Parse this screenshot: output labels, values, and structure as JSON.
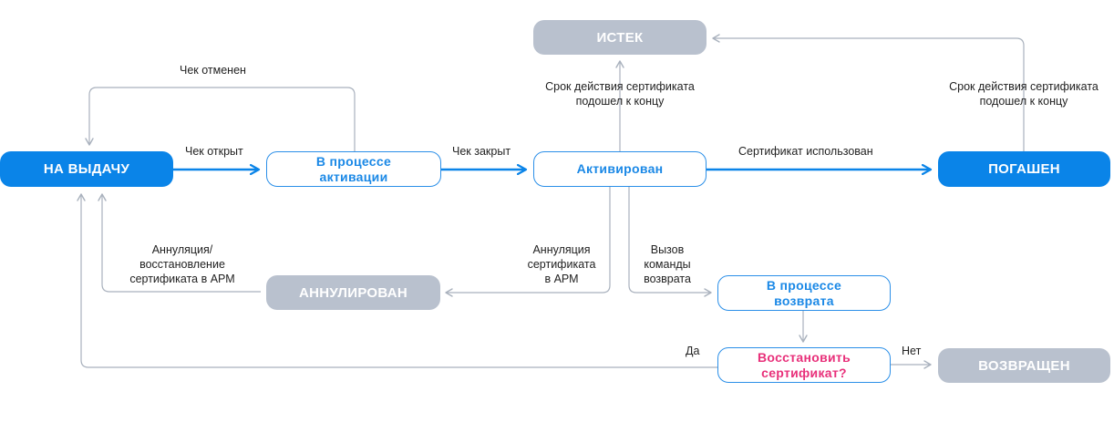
{
  "nodes": {
    "na_vydachu": "НА ВЫДАЧУ",
    "in_activation_1": "В процессе",
    "in_activation_2": "активации",
    "activated": "Активирован",
    "redeemed": "ПОГАШЕН",
    "expired": "ИСТЕК",
    "annulled": "АННУЛИРОВАН",
    "in_return_1": "В процессе",
    "in_return_2": "возврата",
    "restore_q_1": "Восстановить",
    "restore_q_2": "сертификат?",
    "returned": "ВОЗВРАЩЕН"
  },
  "edges": {
    "check_cancelled": "Чек отменен",
    "check_opened": "Чек открыт",
    "check_closed": "Чек закрыт",
    "cert_used": "Сертификат использован",
    "expiry_mid_1": "Срок действия сертификата",
    "expiry_mid_2": "подошел к концу",
    "expiry_right_1": "Срок действия сертификата",
    "expiry_right_2": "подошел к концу",
    "annul_restore_1": "Аннуляция/",
    "annul_restore_2": "восстановление",
    "annul_restore_3": "сертификата в АРМ",
    "annul_1": "Аннуляция",
    "annul_2": "сертификата",
    "annul_3": "в АРМ",
    "return_cmd_1": "Вызов",
    "return_cmd_2": "команды",
    "return_cmd_3": "возврата",
    "yes": "Да",
    "no": "Нет"
  },
  "colors": {
    "primary": "#0a84e8",
    "gray_state": "#b9c1ce",
    "connector": "#a9b1bd",
    "decision_text": "#e8307a"
  }
}
